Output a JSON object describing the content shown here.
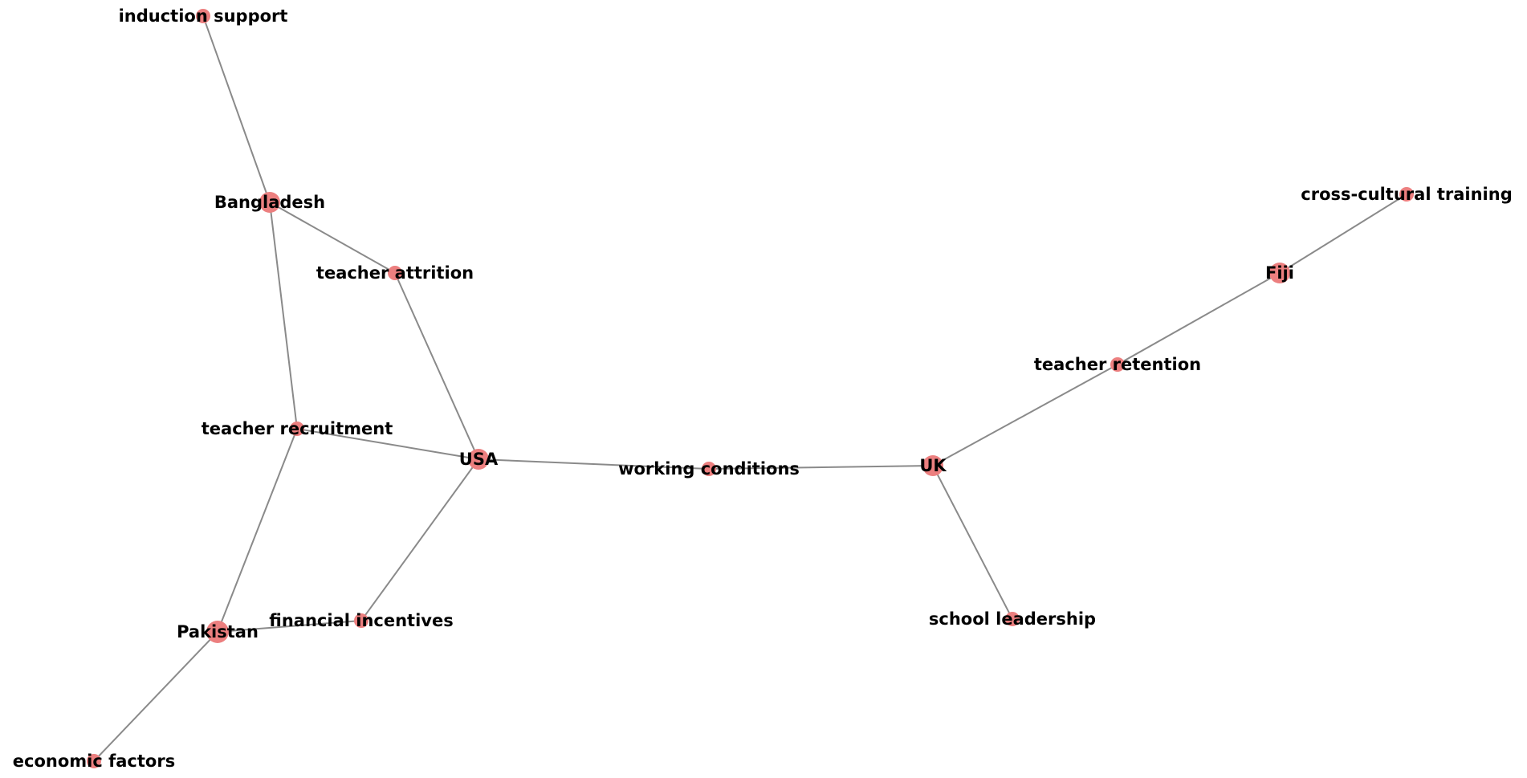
{
  "graph": {
    "node_color": "#ec7f7f",
    "edge_color": "#8a8a8a",
    "label_color": "#000000",
    "nodes": [
      {
        "id": "induction_support",
        "label": "induction support"
      },
      {
        "id": "bangladesh",
        "label": "Bangladesh"
      },
      {
        "id": "teacher_attrition",
        "label": "teacher attrition"
      },
      {
        "id": "teacher_recruitment",
        "label": "teacher recruitment"
      },
      {
        "id": "usa",
        "label": "USA"
      },
      {
        "id": "working_conditions",
        "label": "working conditions"
      },
      {
        "id": "uk",
        "label": "UK"
      },
      {
        "id": "teacher_retention",
        "label": "teacher retention"
      },
      {
        "id": "fiji",
        "label": "Fiji"
      },
      {
        "id": "cross_cultural_training",
        "label": "cross-cultural training"
      },
      {
        "id": "school_leadership",
        "label": "school leadership"
      },
      {
        "id": "financial_incentives",
        "label": "financial incentives"
      },
      {
        "id": "pakistan",
        "label": "Pakistan"
      },
      {
        "id": "economic_factors",
        "label": "economic factors"
      }
    ],
    "edges": [
      {
        "source": "induction_support",
        "target": "bangladesh"
      },
      {
        "source": "bangladesh",
        "target": "teacher_attrition"
      },
      {
        "source": "bangladesh",
        "target": "teacher_recruitment"
      },
      {
        "source": "teacher_attrition",
        "target": "usa"
      },
      {
        "source": "teacher_recruitment",
        "target": "usa"
      },
      {
        "source": "teacher_recruitment",
        "target": "pakistan"
      },
      {
        "source": "usa",
        "target": "working_conditions"
      },
      {
        "source": "usa",
        "target": "financial_incentives"
      },
      {
        "source": "working_conditions",
        "target": "uk"
      },
      {
        "source": "uk",
        "target": "teacher_retention"
      },
      {
        "source": "uk",
        "target": "school_leadership"
      },
      {
        "source": "teacher_retention",
        "target": "fiji"
      },
      {
        "source": "fiji",
        "target": "cross_cultural_training"
      },
      {
        "source": "financial_incentives",
        "target": "pakistan"
      },
      {
        "source": "pakistan",
        "target": "economic_factors"
      }
    ]
  }
}
